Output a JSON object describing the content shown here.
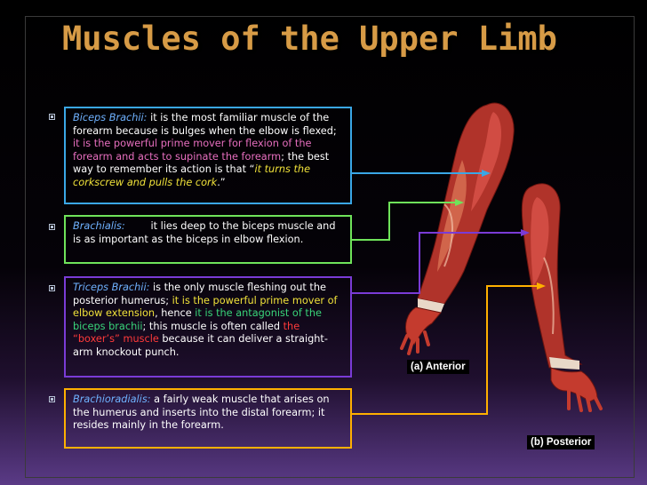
{
  "title": "Muscles of the Upper Limb",
  "captions": {
    "anterior": "(a) Anterior",
    "posterior": "(b) Posterior"
  },
  "colors": {
    "biceps": "#3aa7e6",
    "brachialis": "#6fe35a",
    "triceps": "#7a3bd6",
    "brachioradialis": "#ffb000",
    "title": "#d79b46"
  },
  "bullets": [
    {
      "name": "Biceps Brachii:",
      "t1": " it is the most familiar muscle of the forearm because is bulges when the elbow is flexed;",
      "t2": " it is the powerful prime mover for flexion of the forearm and acts to supinate the forearm",
      "t3": "; the best way to remember its action is that “",
      "t4": "it turns the corkscrew and pulls the cork",
      "t5": ".”"
    },
    {
      "name": "Brachialis:",
      "t1": "        it lies deep to the biceps muscle and is as important as the biceps in elbow flexion."
    },
    {
      "name": "Triceps Brachii:",
      "t1": "  is the only muscle fleshing out the posterior humerus;",
      "t2": " it is the powerful prime mover of elbow extension",
      "t3": ", hence",
      "t4": " it is the antagonist of the biceps brachii",
      "t5": "; this muscle is often called",
      "t6": " the “boxer’s” muscle",
      "t7": " because it can deliver a straight-arm knockout punch."
    },
    {
      "name": "Brachioradialis:",
      "t1": " a fairly weak muscle that arises on the humerus and inserts into the distal forearm; it resides mainly in the forearm."
    }
  ]
}
